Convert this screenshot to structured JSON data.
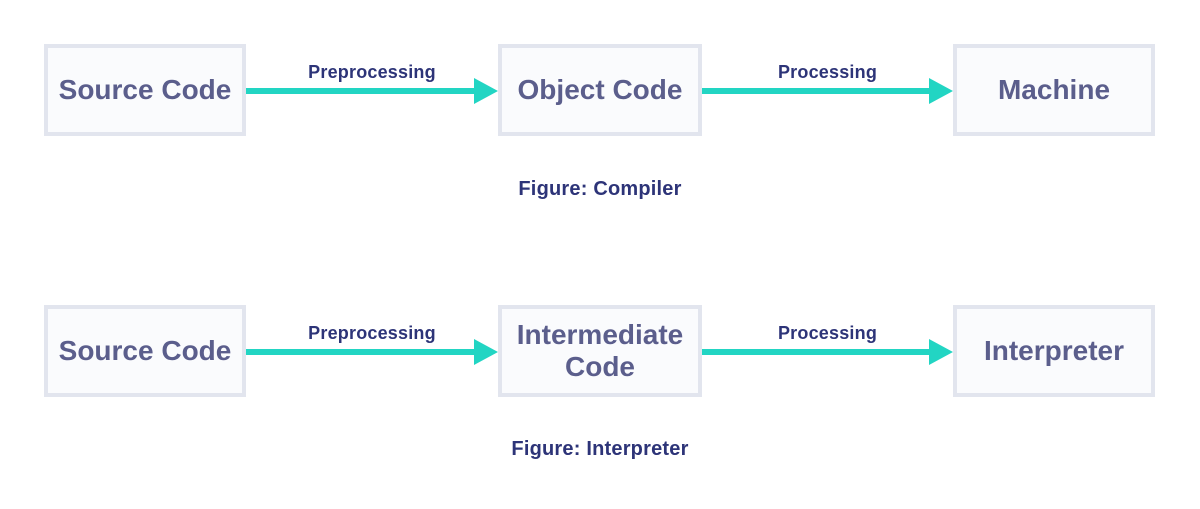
{
  "colors": {
    "background": "#ffffff",
    "node_fill": "#fafbfd",
    "node_border": "#e2e5ee",
    "node_text": "#5b5e8c",
    "arrow": "#22d5c3",
    "label_text": "#2d3478"
  },
  "diagrams": [
    {
      "caption": "Figure: Compiler",
      "nodes": [
        {
          "label": "Source Code"
        },
        {
          "label": "Object Code"
        },
        {
          "label": "Machine"
        }
      ],
      "arrows": [
        {
          "label": "Preprocessing"
        },
        {
          "label": "Processing"
        }
      ]
    },
    {
      "caption": "Figure: Interpreter",
      "nodes": [
        {
          "label": "Source Code"
        },
        {
          "label": "Intermediate Code"
        },
        {
          "label": "Interpreter"
        }
      ],
      "arrows": [
        {
          "label": "Preprocessing"
        },
        {
          "label": "Processing"
        }
      ]
    }
  ]
}
